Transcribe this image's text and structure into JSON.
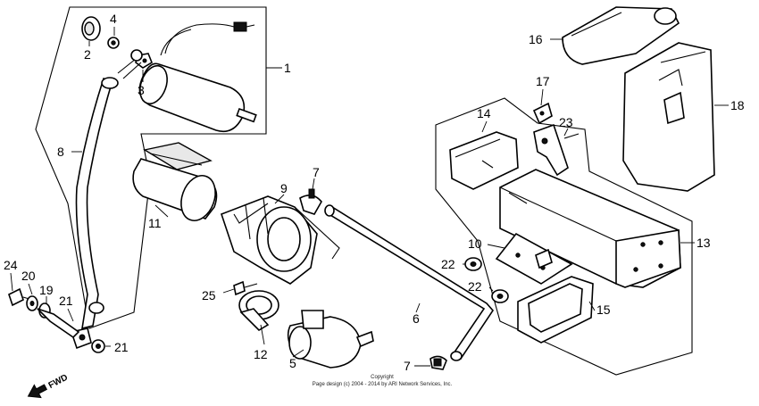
{
  "callouts": {
    "c1": "1",
    "c2": "2",
    "c3": "3",
    "c4": "4",
    "c5": "5",
    "c6": "6",
    "c7a": "7",
    "c7b": "7",
    "c8": "8",
    "c9": "9",
    "c10": "10",
    "c11": "11",
    "c12": "12",
    "c13": "13",
    "c14": "14",
    "c15": "15",
    "c16": "16",
    "c17": "17",
    "c18": "18",
    "c19": "19",
    "c20": "20",
    "c21a": "21",
    "c21b": "21",
    "c22a": "22",
    "c22b": "22",
    "c23": "23",
    "c24": "24",
    "c25": "25"
  },
  "fwd_label": "FWD",
  "copyright": {
    "line1": "Copyright",
    "line2": "Page design (c) 2004 - 2014 by ARI Network Services, Inc."
  }
}
